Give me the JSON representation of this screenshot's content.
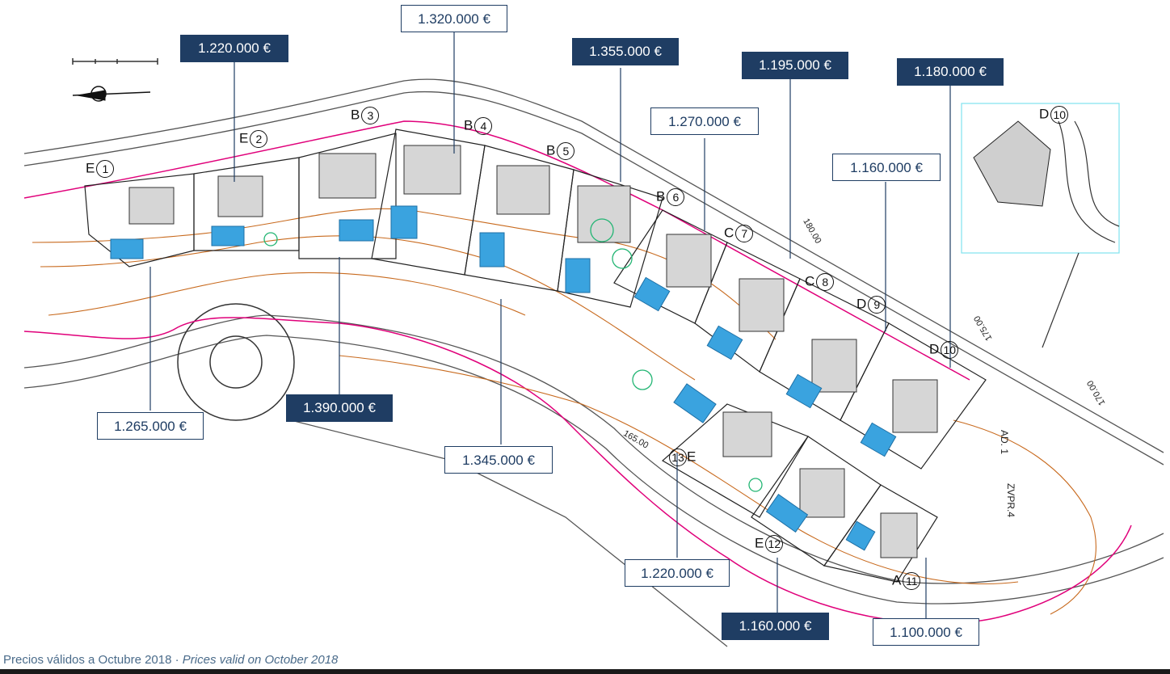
{
  "prices": [
    {
      "id": "p1",
      "label": "1.220.000 €",
      "style": "dark"
    },
    {
      "id": "p2",
      "label": "1.320.000 €",
      "style": "light"
    },
    {
      "id": "p3",
      "label": "1.355.000 €",
      "style": "dark"
    },
    {
      "id": "p4",
      "label": "1.195.000 €",
      "style": "dark"
    },
    {
      "id": "p5",
      "label": "1.180.000 €",
      "style": "dark"
    },
    {
      "id": "p6",
      "label": "1.270.000 €",
      "style": "light"
    },
    {
      "id": "p7",
      "label": "1.160.000 €",
      "style": "light"
    },
    {
      "id": "p8",
      "label": "1.265.000 €",
      "style": "light"
    },
    {
      "id": "p9",
      "label": "1.390.000 €",
      "style": "dark"
    },
    {
      "id": "p10",
      "label": "1.345.000 €",
      "style": "light"
    },
    {
      "id": "p11",
      "label": "1.220.000 €",
      "style": "light"
    },
    {
      "id": "p12",
      "label": "1.160.000 €",
      "style": "dark"
    },
    {
      "id": "p13",
      "label": "1.100.000 €",
      "style": "light"
    }
  ],
  "plots": [
    {
      "type": "E",
      "num": "1"
    },
    {
      "type": "E",
      "num": "2"
    },
    {
      "type": "B",
      "num": "3"
    },
    {
      "type": "B",
      "num": "4"
    },
    {
      "type": "B",
      "num": "5"
    },
    {
      "type": "B",
      "num": "6"
    },
    {
      "type": "C",
      "num": "7"
    },
    {
      "type": "C",
      "num": "8"
    },
    {
      "type": "D",
      "num": "9"
    },
    {
      "type": "D",
      "num": "10"
    },
    {
      "type": "A",
      "num": "11"
    },
    {
      "type": "E",
      "num": "12"
    },
    {
      "type": "E",
      "num": "13"
    },
    {
      "type": "D",
      "num": "10"
    }
  ],
  "contours": [
    "180.00",
    "175.00",
    "170.00",
    "165.00"
  ],
  "road_label": "ZVPR.4",
  "road_label_2": "AD. 1",
  "footer": {
    "spanish": "Precios válidos a Octubre 2018 · ",
    "english": "Prices valid on October 2018"
  },
  "colors": {
    "dark_box": "#1f3d63",
    "pool": "#3aa3df",
    "boundary": "#e0007a",
    "contour": "#c86a1e",
    "tree": "#22b573",
    "inset_border": "#7fe3ee"
  }
}
